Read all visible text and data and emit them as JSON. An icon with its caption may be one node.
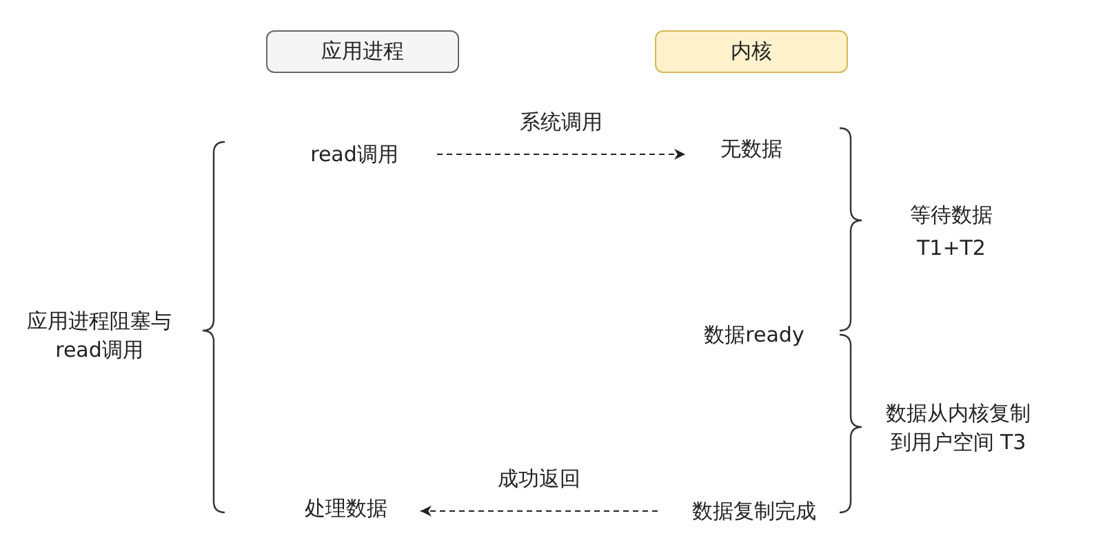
{
  "diagram": {
    "nodes": [
      {
        "text": [
          "应用进程"
        ]
      },
      {
        "text": [
          "内核"
        ]
      },
      {
        "text": [
          "read调用"
        ]
      },
      {
        "text": [
          "无数据"
        ]
      },
      {
        "text": [
          "数据ready"
        ]
      },
      {
        "text": [
          "处理数据"
        ]
      },
      {
        "text": [
          "数据复制完成"
        ]
      }
    ],
    "edges": [
      {
        "from": 2,
        "to": 3,
        "arrow": "to",
        "label": "系统调用",
        "style": "dashed"
      },
      {
        "from": 6,
        "to": 5,
        "arrow": "to",
        "label": "成功返回",
        "style": "dashed"
      }
    ],
    "labels": [
      "应用进程阻塞与read调用",
      "等待数据",
      "T1+T2",
      "数据从内核复制到用户空间 T3"
    ]
  }
}
